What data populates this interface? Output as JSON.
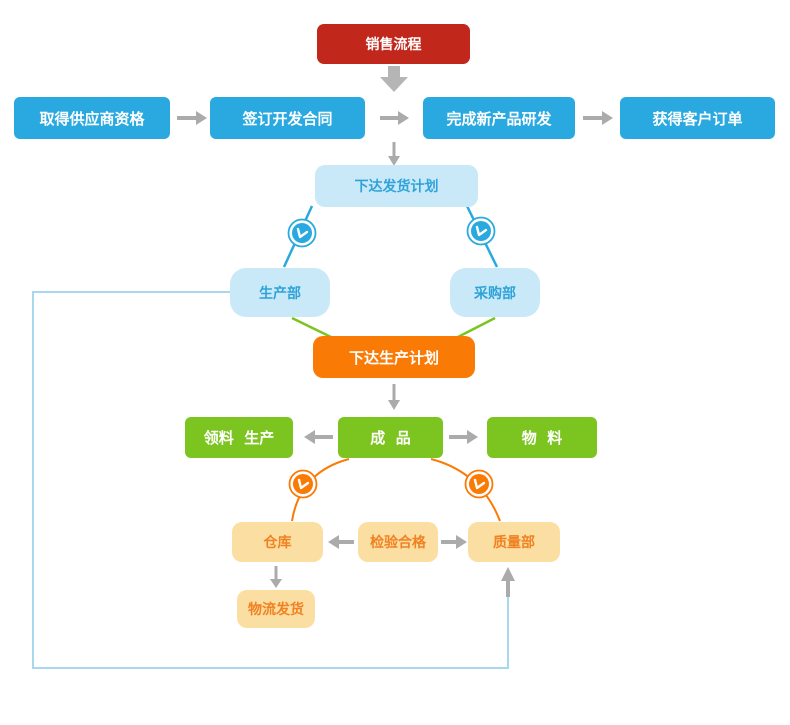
{
  "diagram": {
    "title": "销售流程",
    "nodes": {
      "sales_process": {
        "label": "销售流程",
        "color_role": "red"
      },
      "supplier_qualification": {
        "label": "取得供应商资格",
        "color_role": "blue"
      },
      "development_contract": {
        "label": "签订开发合同",
        "color_role": "blue"
      },
      "new_product_rd": {
        "label": "完成新产品研发",
        "color_role": "blue"
      },
      "customer_order": {
        "label": "获得客户订单",
        "color_role": "blue"
      },
      "shipping_plan": {
        "label": "下达发货计划",
        "color_role": "light_blue"
      },
      "production_dept": {
        "label": "生产部",
        "color_role": "light_blue"
      },
      "purchasing_dept": {
        "label": "采购部",
        "color_role": "light_blue"
      },
      "production_plan": {
        "label": "下达生产计划",
        "color_role": "orange"
      },
      "material_requisition_production": {
        "label": "领料  生产",
        "color_role": "green"
      },
      "finished_goods": {
        "label": "成  品",
        "color_role": "green"
      },
      "materials": {
        "label": "物  料",
        "color_role": "green"
      },
      "warehouse": {
        "label": "仓库",
        "color_role": "tan"
      },
      "inspection_passed": {
        "label": "检验合格",
        "color_role": "tan"
      },
      "quality_dept": {
        "label": "质量部",
        "color_role": "tan"
      },
      "logistics_shipping": {
        "label": "物流发货",
        "color_role": "tan"
      }
    },
    "edges": [
      {
        "from": "sales_process",
        "to": "shipping_plan",
        "style": "gray-arrow-down"
      },
      {
        "from": "supplier_qualification",
        "to": "development_contract",
        "style": "gray-arrow"
      },
      {
        "from": "development_contract",
        "to": "new_product_rd",
        "style": "gray-arrow"
      },
      {
        "from": "new_product_rd",
        "to": "customer_order",
        "style": "gray-arrow"
      },
      {
        "from": "shipping_plan",
        "to": "production_dept",
        "style": "blue-line-clock"
      },
      {
        "from": "shipping_plan",
        "to": "purchasing_dept",
        "style": "blue-line-clock"
      },
      {
        "from": "production_dept",
        "to": "production_plan",
        "style": "green-line"
      },
      {
        "from": "purchasing_dept",
        "to": "production_plan",
        "style": "green-line"
      },
      {
        "from": "production_plan",
        "to": "finished_goods",
        "style": "gray-arrow-down"
      },
      {
        "from": "finished_goods",
        "to": "material_requisition_production",
        "style": "gray-arrow"
      },
      {
        "from": "finished_goods",
        "to": "materials",
        "style": "gray-arrow"
      },
      {
        "from": "finished_goods",
        "to": "warehouse",
        "style": "orange-arc-clock"
      },
      {
        "from": "finished_goods",
        "to": "quality_dept",
        "style": "orange-arc-clock"
      },
      {
        "from": "inspection_passed",
        "to": "warehouse",
        "style": "gray-arrow"
      },
      {
        "from": "inspection_passed",
        "to": "quality_dept",
        "style": "gray-arrow"
      },
      {
        "from": "warehouse",
        "to": "logistics_shipping",
        "style": "gray-arrow-down"
      },
      {
        "from": "production_dept",
        "to": "quality_dept",
        "style": "lightblue-feedback-loop"
      }
    ],
    "icons": {
      "clock_blue": "clock-icon",
      "clock_orange": "clock-icon"
    },
    "colors": {
      "red": "#C1271B",
      "blue": "#29A9E0",
      "light_blue_fill": "#C9E9F8",
      "light_blue_text": "#2FA3D9",
      "orange": "#F97B06",
      "green": "#7CC41F",
      "tan_fill": "#FBDEA2",
      "tan_text": "#F08223",
      "arrow_gray": "#ABABAB",
      "feedback_line": "#A8D8F0"
    }
  }
}
